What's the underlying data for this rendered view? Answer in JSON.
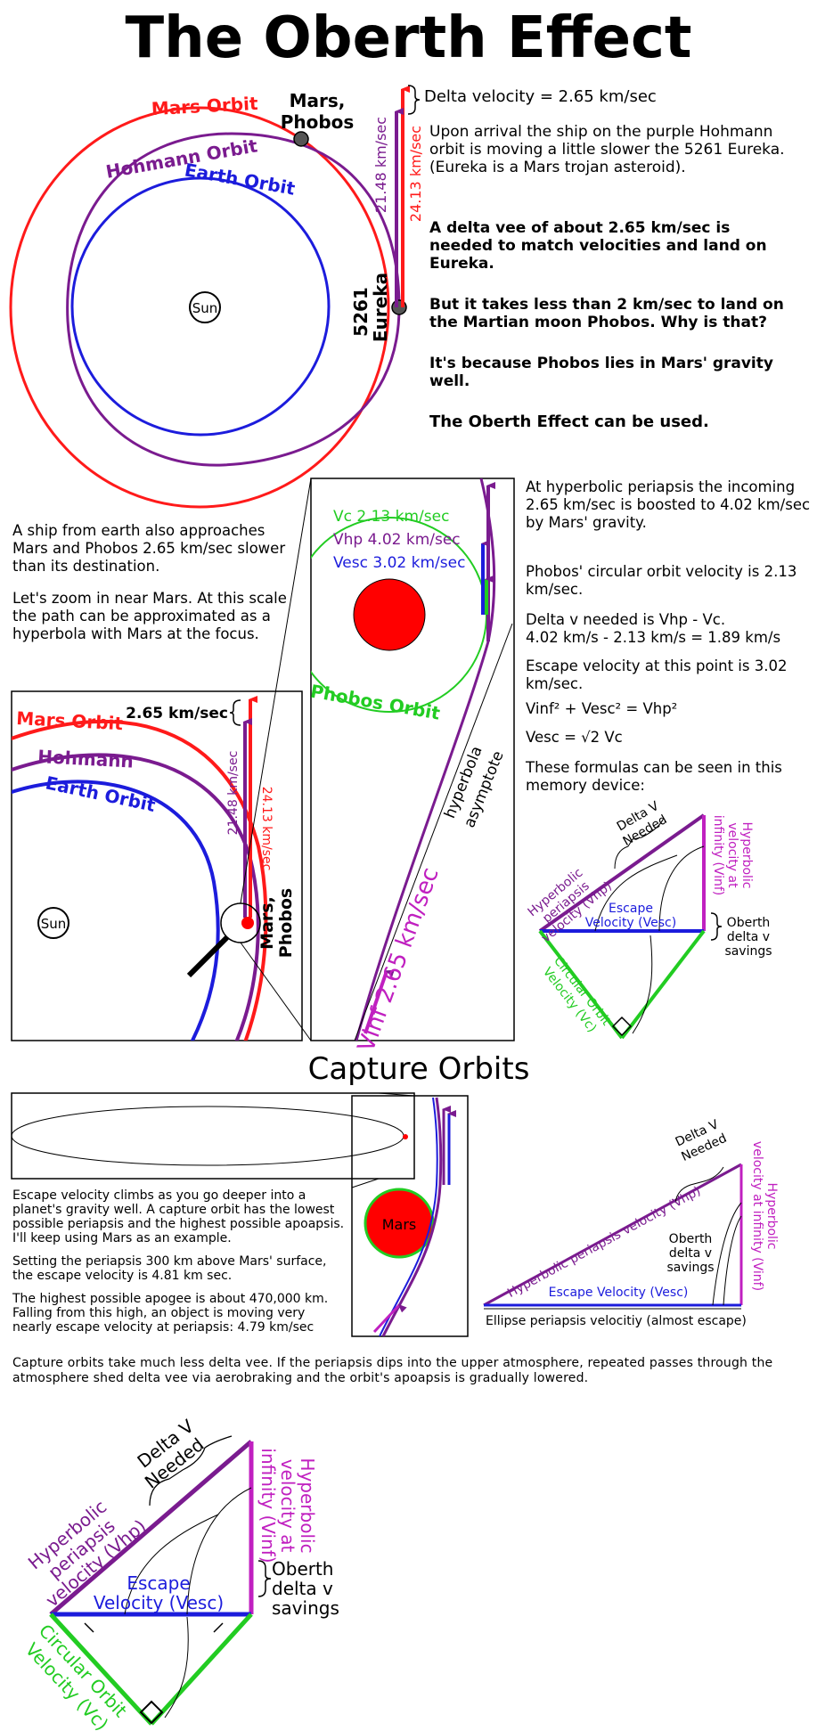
{
  "title": "The Oberth Effect",
  "section1": {
    "orbit_labels": {
      "mars": "Mars Orbit",
      "hohmann": "Hohmann Orbit",
      "earth": "Earth Orbit",
      "sun": "Sun",
      "mars_phobos": [
        "Mars,",
        "Phobos"
      ],
      "eureka": [
        "5261",
        "Eureka"
      ]
    },
    "velocity_labels": {
      "v1": "21.48 km/sec",
      "v2": "24.13 km/sec",
      "delta": "Delta velocity = 2.65 km/sec"
    },
    "paragraphs": [
      "Upon arrival the ship on the purple Hohmann orbit is moving a little slower the 5261 Eureka. (Eureka is a Mars trojan asteroid).",
      "A delta vee of about 2.65 km/sec is needed to match velocities and land on Eureka.",
      "But it takes less than 2 km/sec to land on the Martian moon Phobos. Why is that?",
      "It's because Phobos lies in Mars' gravity well.",
      "The Oberth Effect can be used."
    ]
  },
  "section2": {
    "left_text": [
      "A ship from earth also approaches Mars and Phobos 2.65 km/sec slower than its destination.",
      "Let's zoom in near Mars. At this scale the path can be approximated as a hyperbola with Mars at the focus."
    ],
    "zoom_labels": {
      "delta": "2.65 km/sec",
      "mars": "Mars Orbit",
      "hohmann": "Hohmann",
      "earth": "Earth Orbit",
      "sun": "Sun",
      "v1": "21.48 km/sec",
      "v2": "24.13 km/sec",
      "mars_phobos": [
        "Mars,",
        "Phobos"
      ]
    },
    "hyperbola_labels": {
      "vc": "Vc 2.13 km/sec",
      "vhp": "Vhp 4.02 km/sec",
      "vesc": "Vesc 3.02 km/sec",
      "phobos_orbit": "Phobos Orbit",
      "asymptote": [
        "hyperbola",
        "asymptote"
      ],
      "vinf": "Vinf 2.65 km/sec"
    },
    "right_text": [
      "At hyperbolic periapsis the incoming 2.65 km/sec is boosted to 4.02 km/sec by Mars' gravity.",
      "Phobos' circular orbit velocity is 2.13 km/sec.",
      "Delta v needed is Vhp - Vc.",
      "4.02 km/s - 2.13 km/s = 1.89 km/s",
      "Escape velocity at this point is 3.02 km/sec.",
      "Vinf² + Vesc² = Vhp²",
      "Vesc = √2 Vc",
      "These formulas can be seen in this memory device:"
    ]
  },
  "memory_device": {
    "delta_v_needed": [
      "Delta V",
      "Needed"
    ],
    "hyperbolic_inf": [
      "Hyperbolic",
      "velocity at",
      "infinity (Vinf)"
    ],
    "hyperbolic_periapsis": [
      "Hyperbolic",
      "periapsis",
      "velocity (Vhp)"
    ],
    "escape": [
      "Escape",
      "Velocity (Vesc)"
    ],
    "oberth": [
      "Oberth",
      "delta v",
      "savings"
    ],
    "circular": [
      "Circular Orbit",
      "Velocity (Vc)"
    ]
  },
  "section3": {
    "title": "Capture Orbits",
    "mars_label": "Mars",
    "text": [
      "Escape velocity climbs as you go deeper into a planet's gravity well. A capture orbit has the lowest possible periapsis and the highest possible apoapsis. I'll keep using Mars as an example.",
      "Setting the periapsis 300 km above Mars' surface, the escape velocity is 4.81 km sec.",
      "The highest possible apogee is about 470,000 km. Falling from this high, an object is moving very nearly escape velocity at periapsis: 4.79 km/sec"
    ],
    "triangle": {
      "delta_v_needed": [
        "Delta V",
        "Needed"
      ],
      "hyp_periapsis": "Hyperbolic periapsis velocity (Vhp)",
      "hyp_inf": [
        "velocity at infinity (Vinf)",
        "Hyperbolic"
      ],
      "oberth": [
        "Oberth",
        "delta v",
        "savings"
      ],
      "escape": "Escape Velocity (Vesc)",
      "ellipse": "Ellipse periapsis velocitiy (almost escape)"
    },
    "footer": "Capture orbits take much less delta vee. If the periapsis dips into the upper atmosphere, repeated passes through the atmosphere shed delta vee via aerobraking and the orbit's apoapsis is gradually lowered."
  },
  "colors": {
    "mars_orbit": "#ff1a1a",
    "hohmann": "#7a1b8f",
    "earth_orbit": "#1c1cdc",
    "phobos_orbit": "#22cc22",
    "vinf": "#c020c0",
    "mars_body": "#ff0000"
  }
}
